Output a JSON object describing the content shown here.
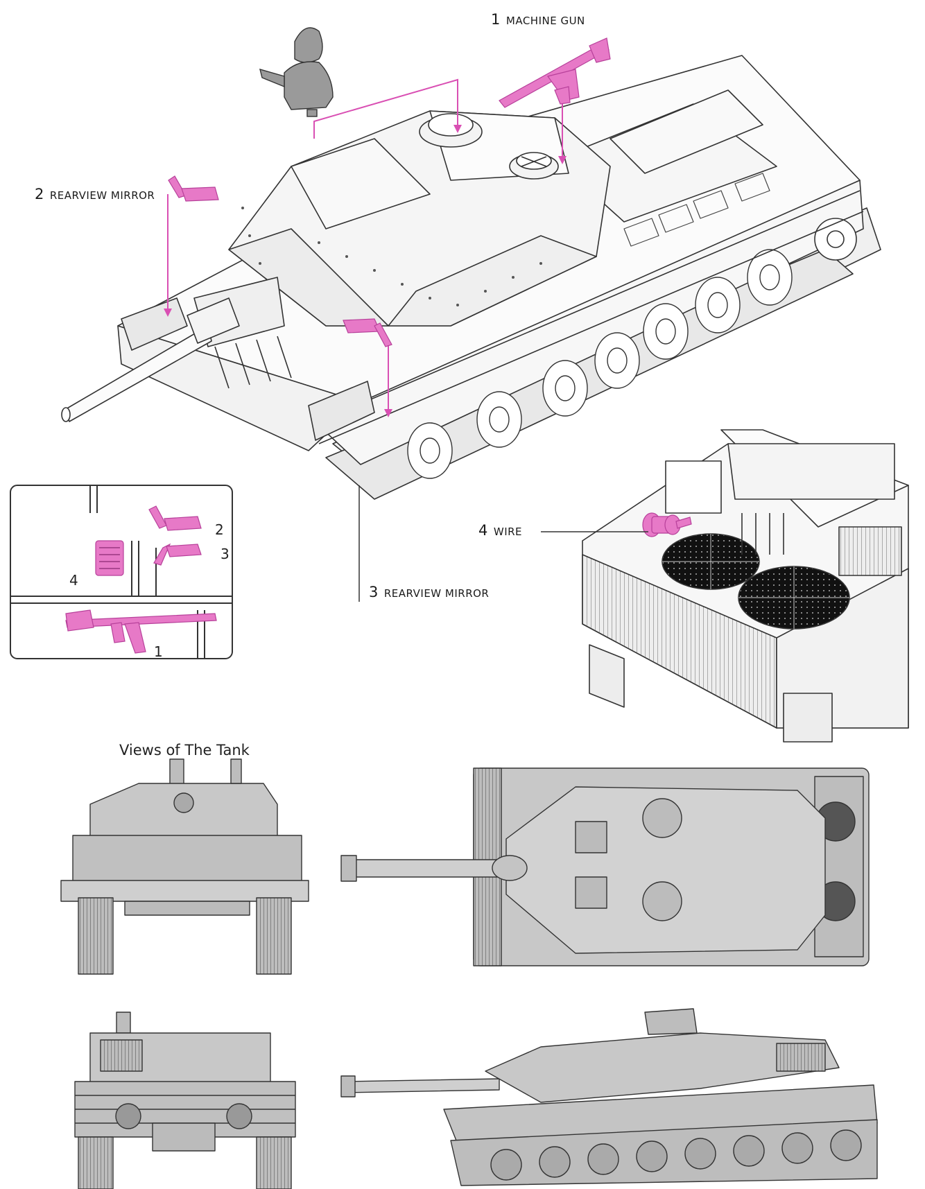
{
  "callouts": [
    {
      "id": "machine-gun",
      "number": "1",
      "text": "MACHINE GUN"
    },
    {
      "id": "rearview-mirror-2",
      "number": "2",
      "text": "REARVIEW MIRROR"
    },
    {
      "id": "rearview-mirror-3",
      "number": "3",
      "text": "REARVIEW MIRROR"
    },
    {
      "id": "wire",
      "number": "4",
      "text": "WIRE"
    }
  ],
  "sprue": {
    "numbers": [
      "2",
      "3",
      "4",
      "1"
    ]
  },
  "views_title": "Views of The Tank",
  "colors": {
    "part_pink": "#e779c7",
    "part_pink_dark": "#b7409a",
    "line": "#333333",
    "hull_gray": "#c8c8c8",
    "hull_light": "#f4f4f4",
    "leader": "#d94fb3"
  }
}
